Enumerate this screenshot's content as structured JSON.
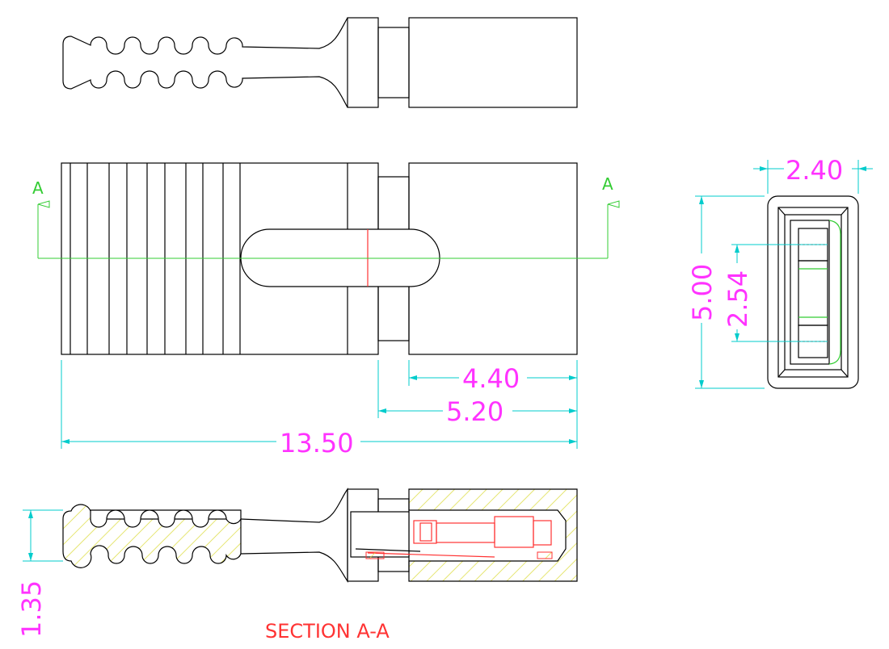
{
  "colors": {
    "outline": "#000000",
    "dimension_line": "#00cccc",
    "dimension_text": "#ff33ff",
    "center_line": "#33cc33",
    "section_lines": "#ff3333",
    "hatch": "#dddd44"
  },
  "dimensions": {
    "width_top": "2.40",
    "height": "5.00",
    "pitch": "2.54",
    "len_4_40": "4.40",
    "len_5_20": "5.20",
    "len_13_50": "13.50",
    "thickness": "1.35"
  },
  "cut_labels": {
    "left": "A",
    "right": "A"
  },
  "section_title": "SECTION A-A"
}
